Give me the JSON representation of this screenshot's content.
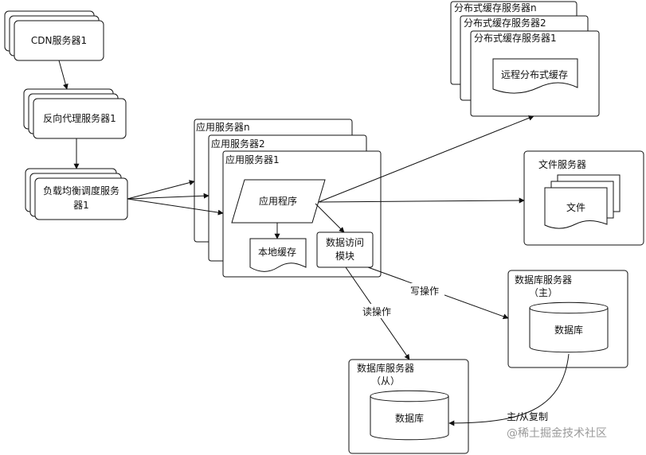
{
  "cdn_server": "CDN服务器1",
  "reverse_proxy": "反向代理服务器1",
  "load_balancer_line1": "负载均衡调度服务",
  "load_balancer_line2": "器1",
  "app_server_n": "应用服务器n",
  "app_server_2": "应用服务器2",
  "app_server_1": "应用服务器1",
  "app_program": "应用程序",
  "local_cache": "本地缓存",
  "data_access_line1": "数据访问",
  "data_access_line2": "模块",
  "dist_cache_n": "分布式缓存服务器n",
  "dist_cache_2": "分布式缓存服务器2",
  "dist_cache_1": "分布式缓存服务器1",
  "remote_cache": "远程分布式缓存",
  "file_server": "文件服务器",
  "file_doc": "文件",
  "db_master_title": "数据库服务器",
  "db_master_role": "（主）",
  "db_master_db": "数据库",
  "db_slave_title": "数据库服务器",
  "db_slave_role": "（从）",
  "db_slave_db": "数据库",
  "write_op": "写操作",
  "read_op": "读操作",
  "replication": "主/从复制",
  "watermark": "@稀土掘金技术社区"
}
